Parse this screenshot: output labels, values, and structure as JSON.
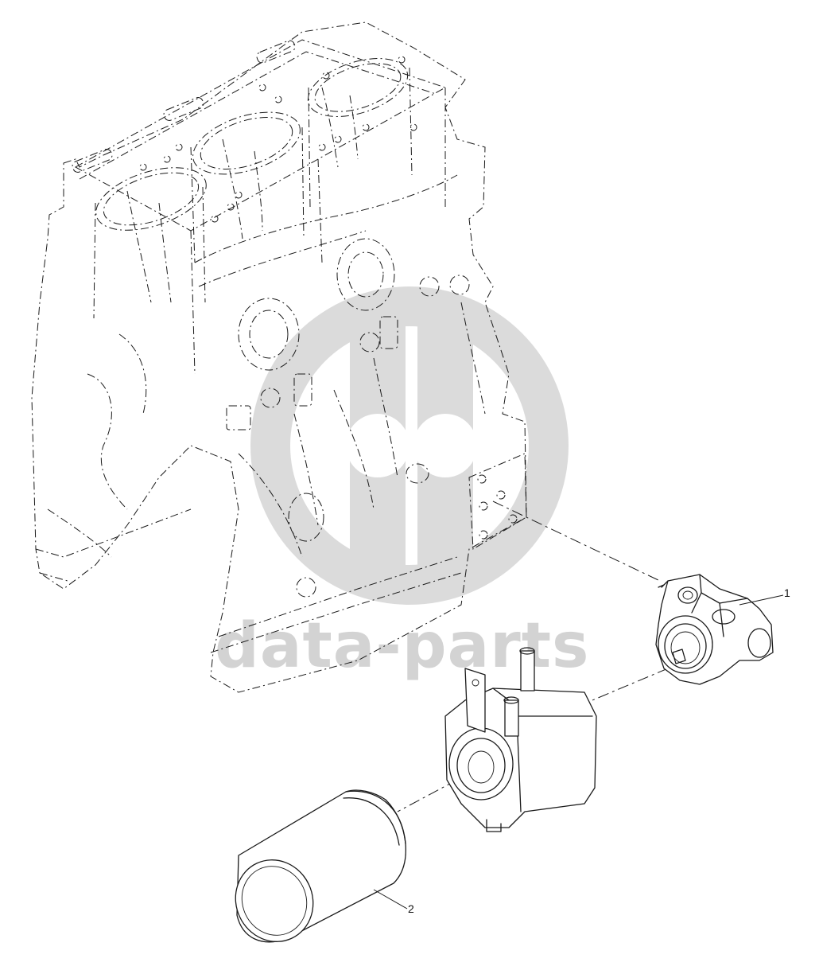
{
  "watermark": {
    "text": "data-parts",
    "color": "#d3d3d3"
  },
  "callouts": [
    {
      "id": "1",
      "label": "1",
      "part": "oil-filter-head"
    },
    {
      "id": "2",
      "label": "2",
      "part": "oil-filter-cartridge"
    }
  ],
  "colors": {
    "line": "#1a1a1a",
    "background": "#ffffff",
    "watermark": "#d3d3d3"
  }
}
